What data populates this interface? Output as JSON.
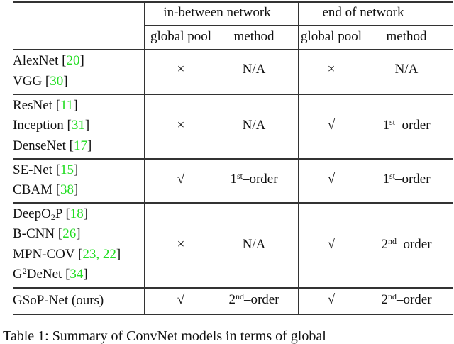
{
  "header": {
    "group1": "in-between network",
    "group2": "end of network",
    "sub": [
      "global pool",
      "method",
      "global pool",
      "method"
    ]
  },
  "rows": [
    {
      "models": [
        {
          "name": "AlexNet",
          "ref": "20"
        },
        {
          "name": "VGG",
          "ref": "30"
        }
      ],
      "ib_pool": "×",
      "ib_method": {
        "base": "N/A",
        "sup": "",
        "tail": ""
      },
      "end_pool": "×",
      "end_method": {
        "base": "N/A",
        "sup": "",
        "tail": ""
      }
    },
    {
      "models": [
        {
          "name": "ResNet",
          "ref": "11"
        },
        {
          "name": "Inception",
          "ref": "31"
        },
        {
          "name": "DenseNet",
          "ref": "17"
        }
      ],
      "ib_pool": "×",
      "ib_method": {
        "base": "N/A",
        "sup": "",
        "tail": ""
      },
      "end_pool": "√",
      "end_method": {
        "base": "1",
        "sup": "st",
        "tail": "–order"
      }
    },
    {
      "models": [
        {
          "name": "SE-Net",
          "ref": "15"
        },
        {
          "name": "CBAM",
          "ref": "38"
        }
      ],
      "ib_pool": "√",
      "ib_method": {
        "base": "1",
        "sup": "st",
        "tail": "–order"
      },
      "end_pool": "√",
      "end_method": {
        "base": "1",
        "sup": "st",
        "tail": "–order"
      }
    },
    {
      "models": [
        {
          "name": "DeepO",
          "sub": "2",
          "name2": "P",
          "ref": "18"
        },
        {
          "name": "B-CNN",
          "ref": "26"
        },
        {
          "name": "MPN-COV",
          "ref": "23, 22"
        },
        {
          "pre": "G",
          "sup": "2",
          "name": "DeNet",
          "ref": "34"
        }
      ],
      "ib_pool": "×",
      "ib_method": {
        "base": "N/A",
        "sup": "",
        "tail": ""
      },
      "end_pool": "√",
      "end_method": {
        "base": "2",
        "sup": "nd",
        "tail": "–order"
      }
    },
    {
      "models": [
        {
          "name": "GSoP-Net (ours)"
        }
      ],
      "ib_pool": "√",
      "ib_method": {
        "base": "2",
        "sup": "nd",
        "tail": "–order"
      },
      "end_pool": "√",
      "end_method": {
        "base": "2",
        "sup": "nd",
        "tail": "–order"
      }
    }
  ],
  "caption": "Table 1: Summary of ConvNet models in terms of global",
  "colors": {
    "ref": "#22dd22",
    "text": "#111111"
  }
}
